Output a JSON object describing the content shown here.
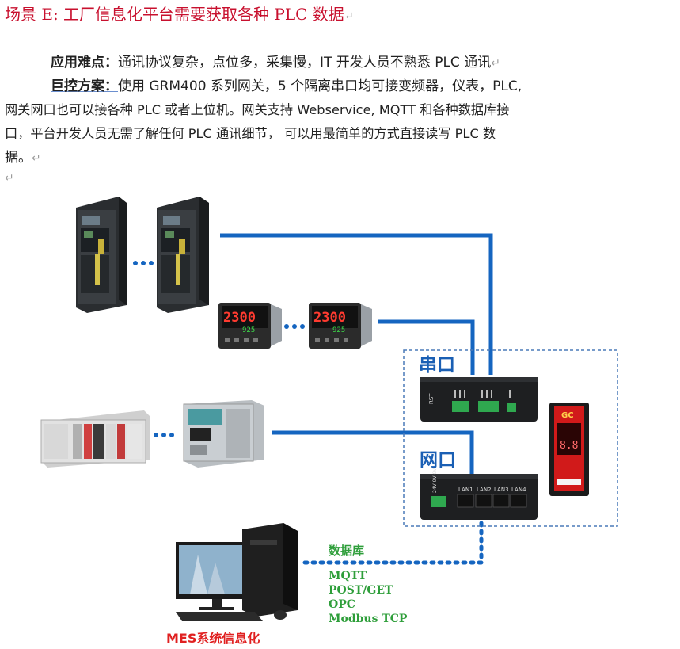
{
  "heading": "场景 E:  工厂信息化平台需要获取各种 PLC 数据",
  "para1": {
    "label": "应用难点：",
    "text": "通讯协议复杂，点位多，采集慢，IT 开发人员不熟悉 PLC 通讯"
  },
  "para2": {
    "label": "巨控方案：",
    "line1": "使用 GRM400 系列网关，5 个隔离串口均可接变频器，仪表，PLC,",
    "line2": "网关网口也可以接各种 PLC 或者上位机。网关支持 Webservice, MQTT 和各种数据库接",
    "line3": "口，平台开发人员无需了解任何 PLC 通讯细节， 可以用最简单的方式直接读写 PLC 数",
    "line4": "据。"
  },
  "paragraph_mark": "↵",
  "diagram": {
    "serial_label": "串口",
    "ethernet_label": "网口",
    "database_label": "数据库",
    "protocols": [
      "MQTT",
      "POST/GET",
      "OPC",
      "Modbus TCP"
    ],
    "mes_label": "MES系统信息化",
    "meter_display": "2300",
    "meter_sub": "925",
    "gateway_top_rst": "RST",
    "gateway_lan_ports": [
      "LAN1",
      "LAN2",
      "LAN3",
      "LAN4"
    ],
    "gateway_power": "24V 0V 0V",
    "side_module_logo": "GC",
    "side_module_display": "8.8",
    "colors": {
      "line_blue": "#1565c0",
      "label_blue": "#1a5fb4",
      "green_text": "#2e9e3a",
      "mes_red": "#e02020",
      "heading_red": "#c8102e"
    }
  }
}
